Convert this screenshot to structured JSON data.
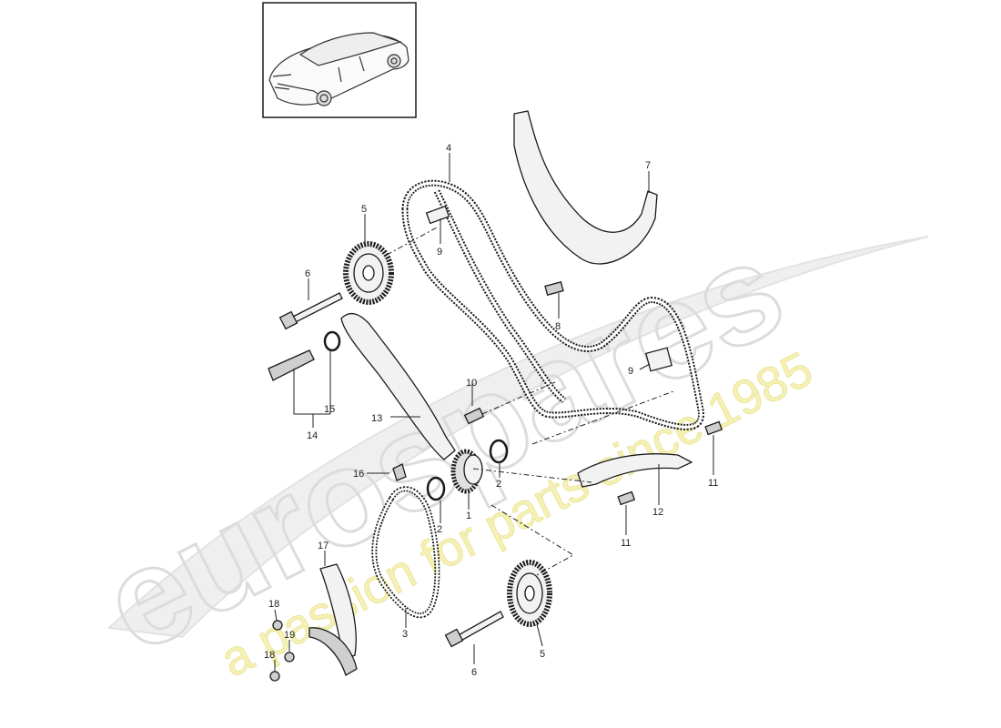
{
  "watermark": {
    "brand": "eurospares",
    "tagline": "a passion for parts since 1985",
    "brand_color": "#e4e4e4",
    "tagline_color": "#f3efa6"
  },
  "thumbnail": {
    "icon": "car-thumbnail-icon"
  },
  "callouts": [
    "1",
    "2",
    "2",
    "3",
    "4",
    "5",
    "5",
    "6",
    "6",
    "7",
    "8",
    "9",
    "9",
    "10",
    "11",
    "11",
    "12",
    "13",
    "14",
    "15",
    "16",
    "17",
    "18",
    "18",
    "19"
  ],
  "colors": {
    "line": "#1a1a1a",
    "part_fill": "#f2f2f2",
    "part_shade": "#cfcfcf"
  }
}
